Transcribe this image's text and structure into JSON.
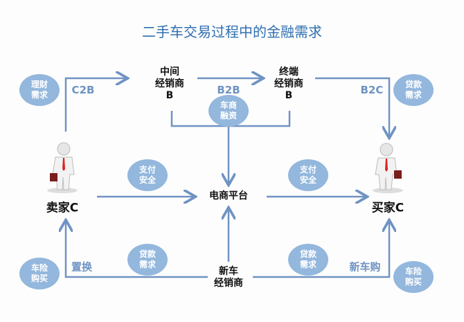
{
  "title": "二手车交易过程中的金融需求",
  "nodes": {
    "middle_dealer": "中间\n经销商\nB",
    "terminal_dealer": "终端\n经销商\nB",
    "platform": "电商平台",
    "new_car_dealer": "新车\n经销商",
    "seller": "卖家C",
    "buyer": "买家C"
  },
  "labels": {
    "c2b": "C2B",
    "b2b": "B2B",
    "b2c": "B2C",
    "trade_in": "置换",
    "new_purchase": "新车购"
  },
  "bubbles": {
    "wealth": "理财\n需求",
    "dealer_finance": "车商\n融资",
    "loan_top": "贷款\n需求",
    "pay_left": "支付\n安全",
    "pay_right": "支付\n安全",
    "insurance_left": "车险\n购买",
    "loan_left": "贷款\n需求",
    "loan_right": "贷款\n需求",
    "insurance_right": "车险\n购买"
  },
  "colors": {
    "line": "#6f93c3",
    "bubble": "#93b7dd",
    "title": "#2f6fb0"
  }
}
